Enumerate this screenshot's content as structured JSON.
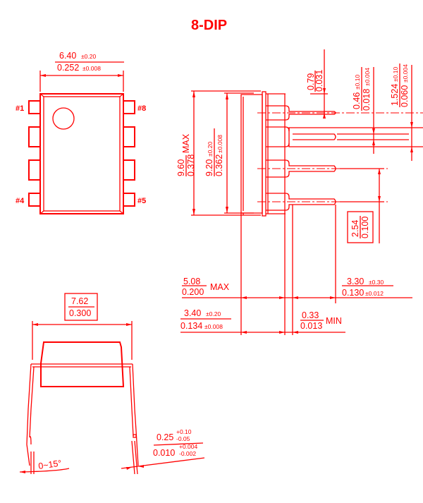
{
  "title": "8-DIP",
  "color": "#ff0000",
  "top_view": {
    "width_mm": "6.40",
    "width_mm_tol": "±0.20",
    "width_in": "0.252",
    "width_in_tol": "±0.008",
    "pins": [
      "#1",
      "#8",
      "#4",
      "#5"
    ]
  },
  "side_view": {
    "height_max_mm": "9.60",
    "height_max_in": "0.378",
    "height_max_label": "MAX",
    "body_len_mm": "9.20",
    "body_len_mm_tol": "±0.20",
    "body_len_in": "0.362",
    "body_len_in_tol": "±0.008",
    "lead_end_mm": "0.79",
    "lead_end_in": "0.031",
    "lead_w_mm": "0.46",
    "lead_w_mm_tol": "±0.10",
    "lead_w_in": "0.018",
    "lead_w_in_tol": "±0.004",
    "shoulder_mm": "1.524",
    "shoulder_mm_tol": "±0.10",
    "shoulder_in": "0.060",
    "shoulder_in_tol": "±0.004",
    "pitch_mm": "2.54",
    "pitch_in": "0.100",
    "seat_max_mm": "5.08",
    "seat_max_in": "0.200",
    "seat_max_label": "MAX",
    "body_h_mm": "3.40",
    "body_h_mm_tol": "±0.20",
    "body_h_in": "0.134",
    "body_h_in_tol": "±0.008",
    "lead_len_mm": "3.30",
    "lead_len_mm_tol": "±0.30",
    "lead_len_in": "0.130",
    "lead_len_in_tol": "±0.012",
    "standoff_mm": "0.33",
    "standoff_in": "0.013",
    "standoff_label": "MIN"
  },
  "end_view": {
    "row_spacing_mm": "7.62",
    "row_spacing_in": "0.300",
    "angle": "0~15°",
    "thick_mm": "0.25",
    "thick_mm_plus": "+0.10",
    "thick_mm_minus": "-0.05",
    "thick_in": "0.010",
    "thick_in_plus": "+0.004",
    "thick_in_minus": "-0.002"
  }
}
